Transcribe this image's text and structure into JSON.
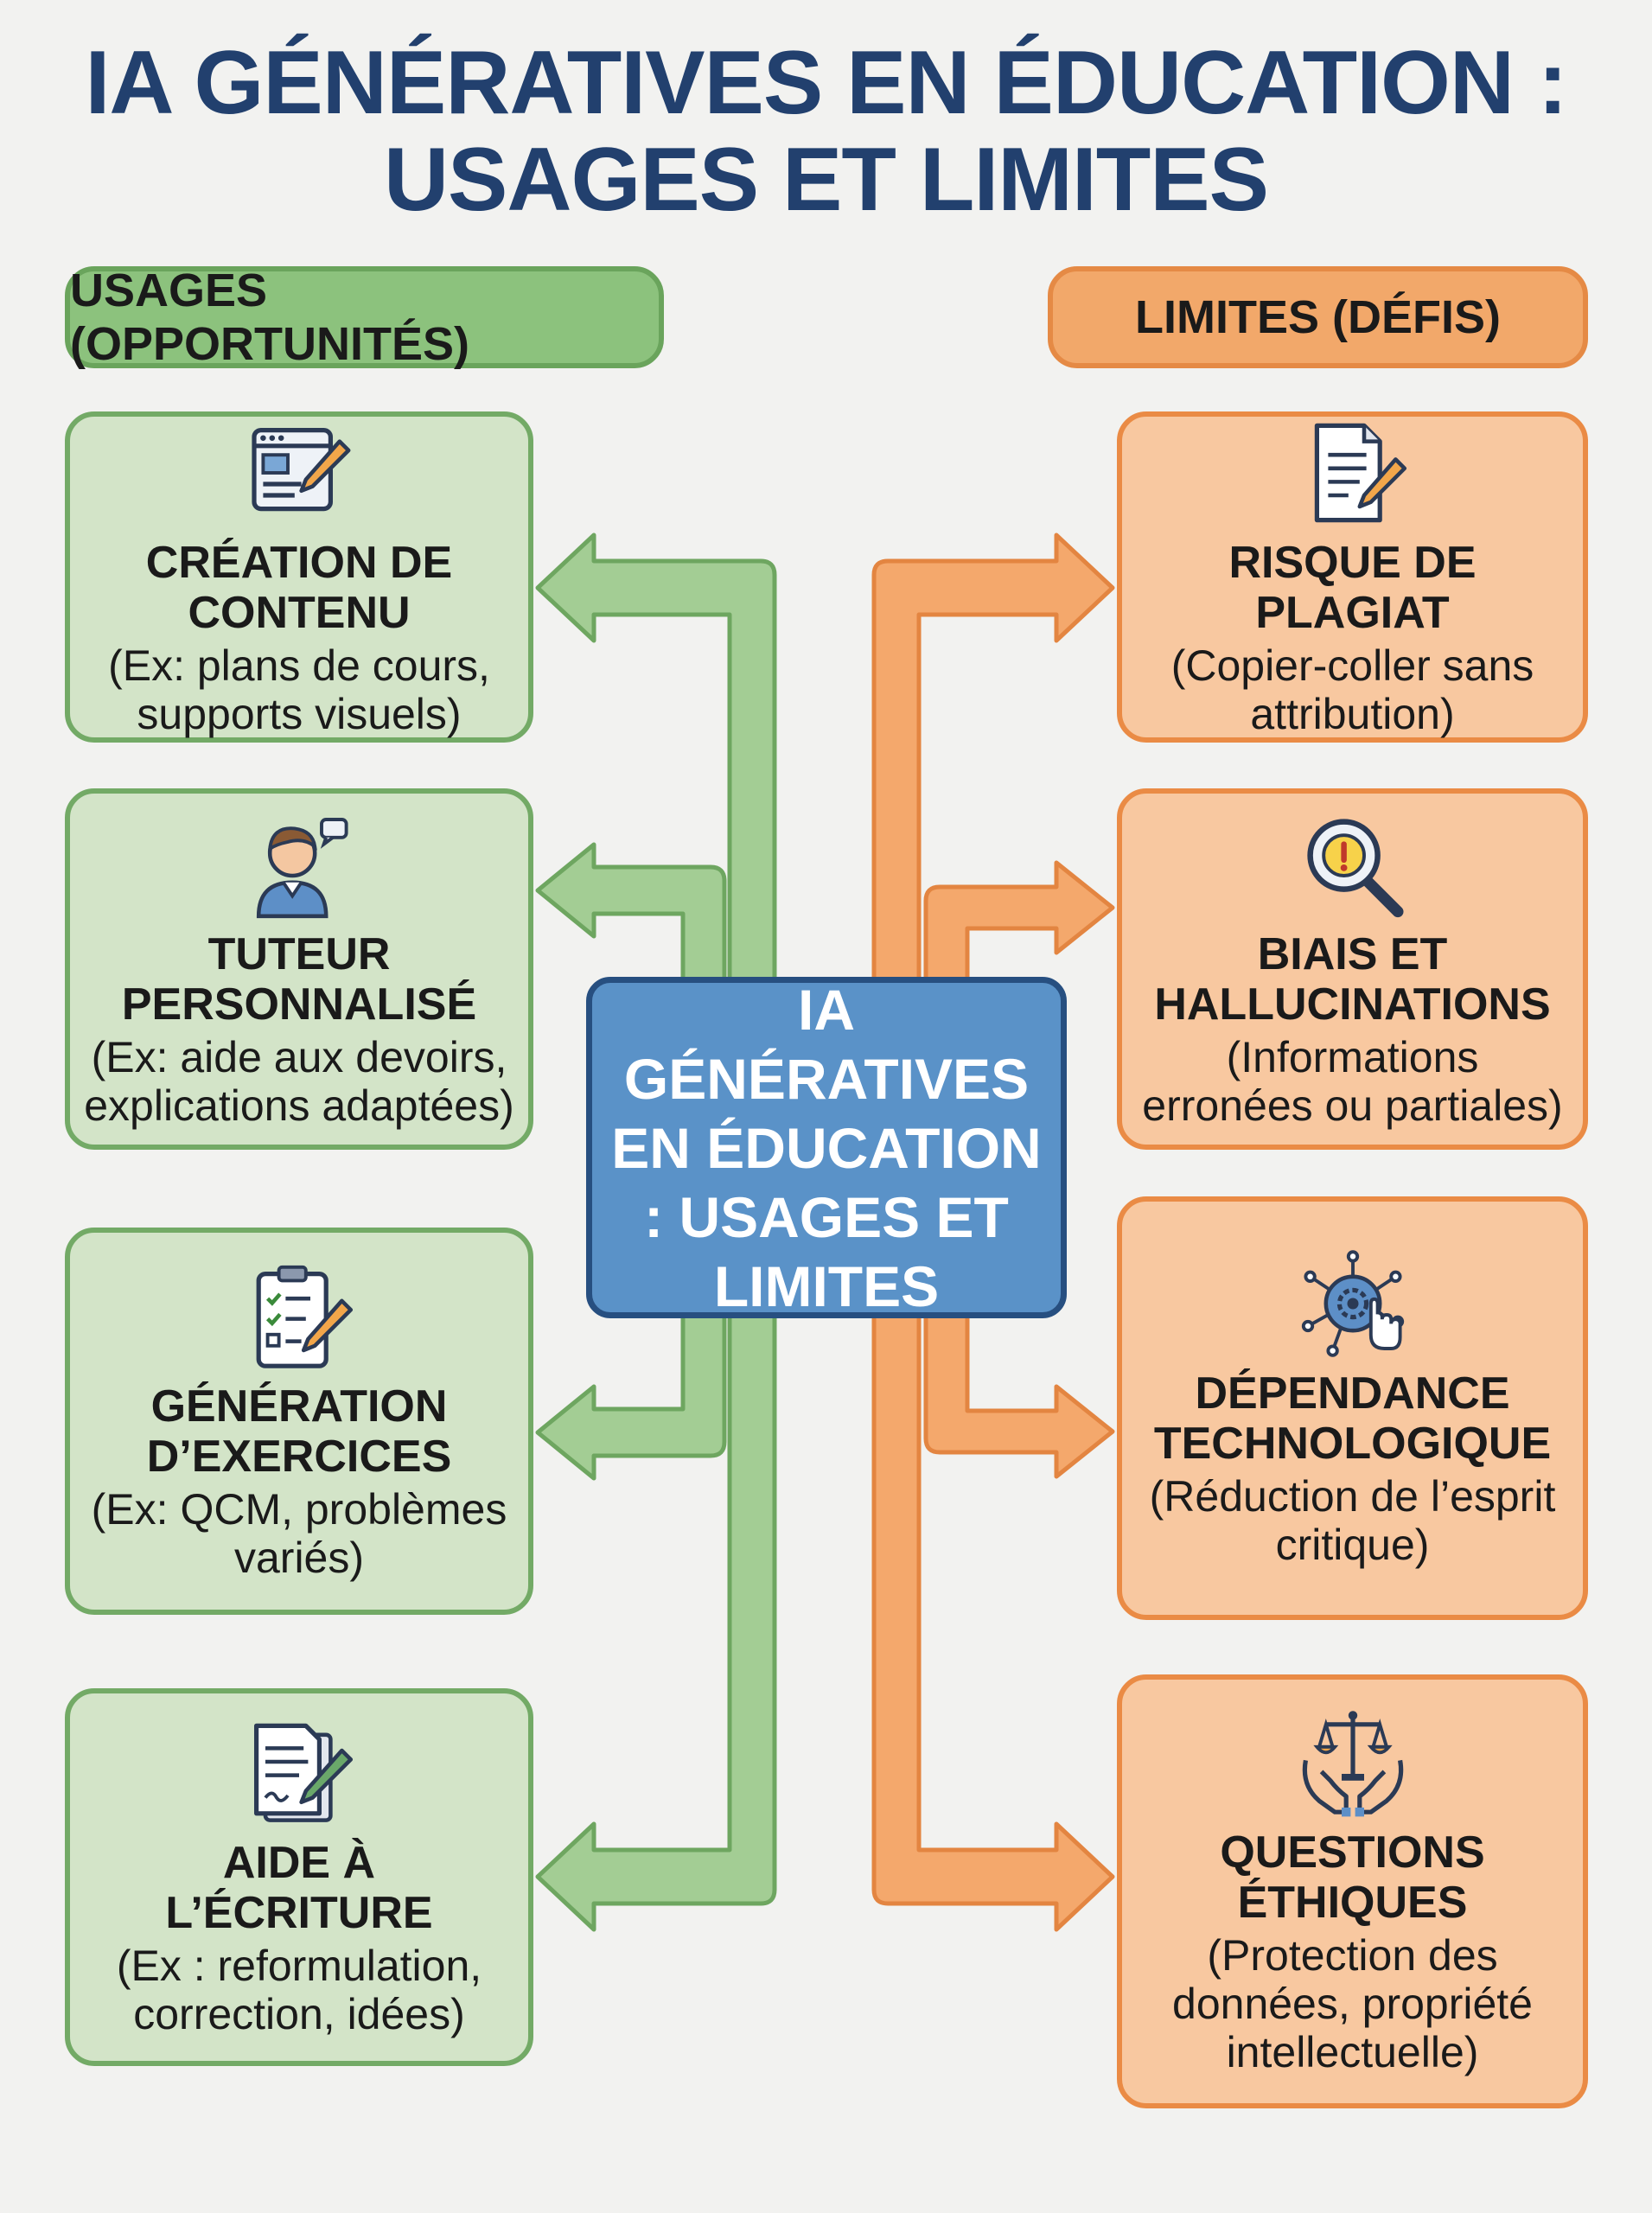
{
  "title": {
    "line1": "IA GÉNÉRATIVES EN ÉDUCATION :",
    "line2": "USAGES ET LIMITES"
  },
  "usages": {
    "header": "USAGES (OPPORTUNITÉS)",
    "color": "#8cc27d",
    "items": [
      {
        "icon": "content-creation-icon",
        "title": "CRÉATION DE CONTENU",
        "desc": "(Ex: plans de cours, supports visuels)"
      },
      {
        "icon": "tutor-person-icon",
        "title": "TUTEUR PERSONNALISÉ",
        "desc": "(Ex: aide aux devoirs, explications adaptées)"
      },
      {
        "icon": "clipboard-checklist-icon",
        "title": "GÉNÉRATION D’EXERCICES",
        "desc": "(Ex: QCM, problèmes variés)"
      },
      {
        "icon": "document-pen-icon",
        "title": "AIDE À L’ÉCRITURE",
        "desc": "(Ex : reformulation, correction, idées)"
      }
    ]
  },
  "limites": {
    "header": "LIMITES (DÉFIS)",
    "color": "#f2a86a",
    "items": [
      {
        "icon": "document-pencil-icon",
        "title": "RISQUE DE PLAGIAT",
        "desc": "(Copier-coller sans attribution)"
      },
      {
        "icon": "magnifier-warning-icon",
        "title": "BIAIS ET HALLUCINATIONS",
        "desc": "(Informations erronées ou partiales)"
      },
      {
        "icon": "gear-network-hand-icon",
        "title": "DÉPENDANCE TECHNOLOGIQUE",
        "desc": "(Réduction de l’esprit critique)"
      },
      {
        "icon": "scales-hands-icon",
        "title": "QUESTIONS ÉTHIQUES",
        "desc": "(Protection des données, propriété intellectuelle)"
      }
    ]
  },
  "center": {
    "text": "IA GÉNÉRATIVES EN ÉDUCATION : USAGES ET LIMITES",
    "color": "#5a92c8"
  }
}
